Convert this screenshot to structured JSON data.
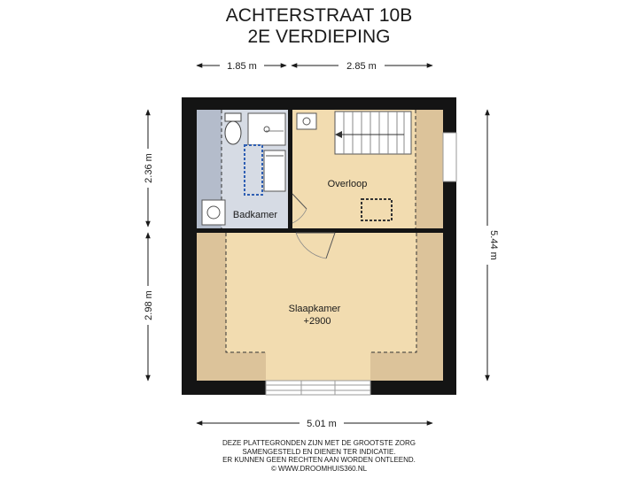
{
  "header": {
    "title_line1": "ACHTERSTRAAT 10B",
    "title_line2": "2E VERDIEPING"
  },
  "dimensions": {
    "top_left": "1.85 m",
    "top_right": "2.85 m",
    "left_upper": "2.36 m",
    "left_lower": "2.98 m",
    "right_total": "5.44 m",
    "bottom_total": "5.01 m"
  },
  "rooms": {
    "badkamer": "Badkamer",
    "overloop": "Overloop",
    "slaapkamer": "Slaapkamer",
    "slaapkamer_height": "+2900"
  },
  "footer": {
    "line1": "DEZE PLATTEGRONDEN ZIJN MET DE GROOTSTE ZORG",
    "line2": "SAMENGESTELD EN DIENEN TER INDICATIE.",
    "line3": "ER KUNNEN GEEN RECHTEN AAN WORDEN ONTLEEND.",
    "line4": "© WWW.DROOMHUIS360.NL"
  },
  "colors": {
    "wall": "#141414",
    "floor": "#f2dcb0",
    "sloped_ceiling": "#dcc39a",
    "bathroom": "#d6dbe4",
    "bathroom_side": "#b4bccb",
    "tile_blue": "#2f5fb3"
  }
}
